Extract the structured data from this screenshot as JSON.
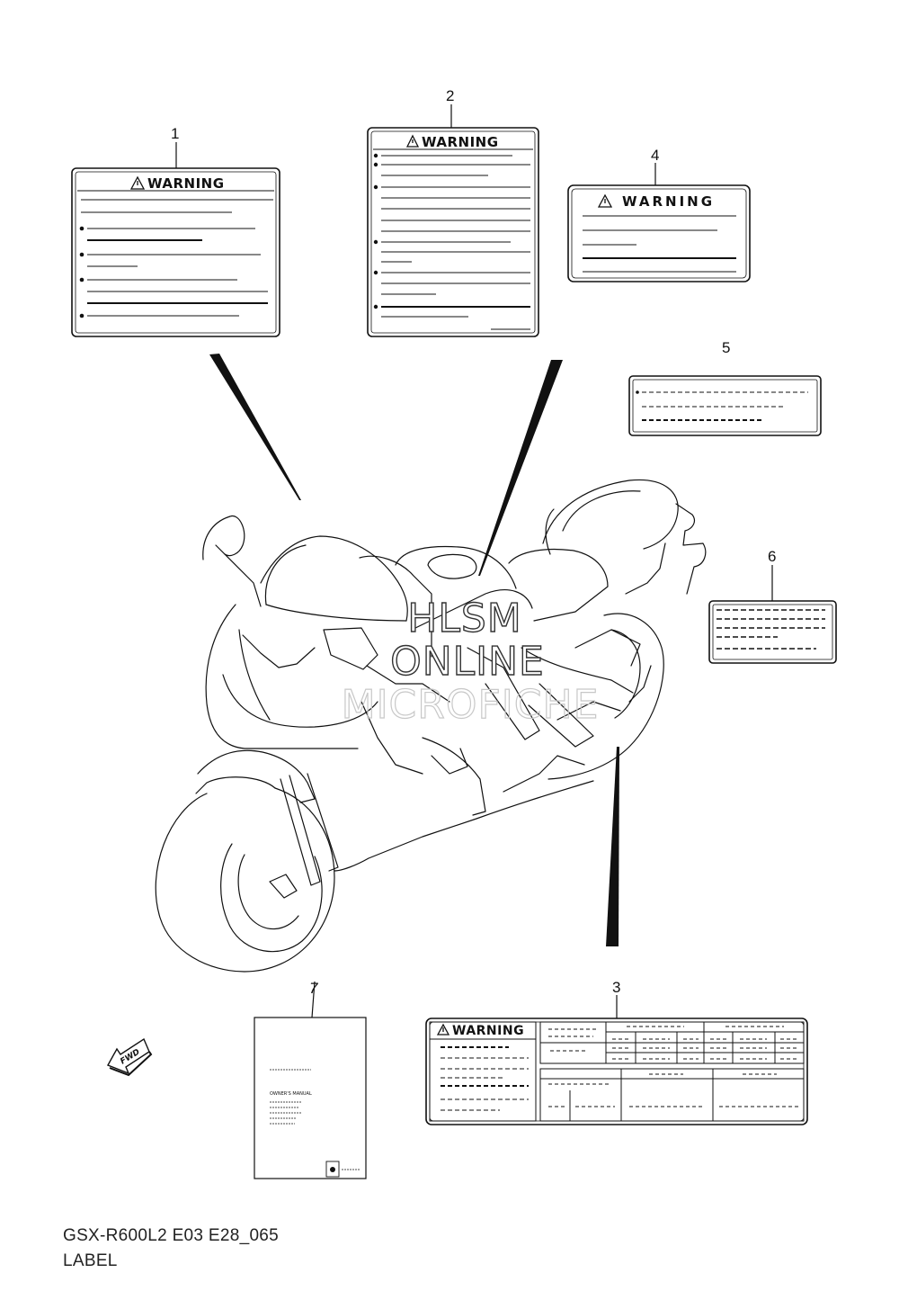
{
  "callouts": {
    "c1": "1",
    "c2": "2",
    "c3": "3",
    "c4": "4",
    "c5": "5",
    "c6": "6",
    "c7": "7"
  },
  "labels": {
    "warning_text": "WARNING",
    "owners_manual_title": "OWNER'S MANUAL",
    "fwd_text": "FWD"
  },
  "watermark": {
    "line1": "HLSM",
    "line2": "ONLINE",
    "line3": "MICROFICHE"
  },
  "footer": {
    "model_code": "GSX-R600L2 E03 E28_065",
    "section": "LABEL"
  }
}
